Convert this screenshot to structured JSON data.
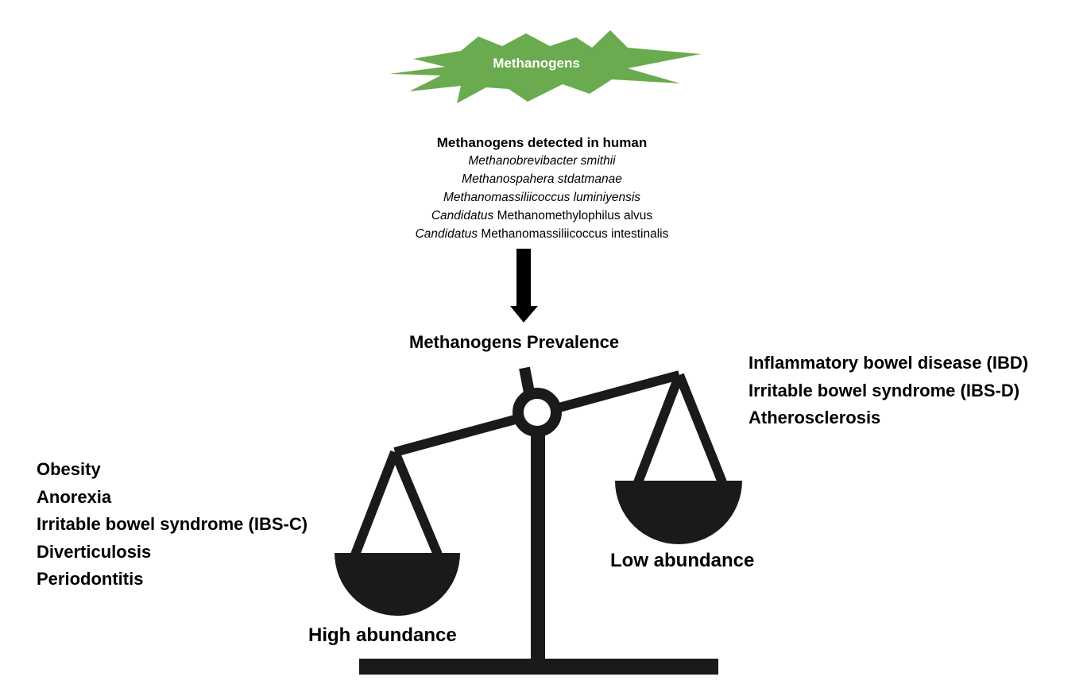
{
  "burst": {
    "label": "Methanogens",
    "color": "#6aab4f"
  },
  "species": {
    "heading": "Methanogens detected in human",
    "items": [
      {
        "italic": "Methanobrevibacter smithii",
        "rest": ""
      },
      {
        "italic": "Methanospahera stdatmanae",
        "rest": ""
      },
      {
        "italic": "Methanomassiliicoccus luminiyensis",
        "rest": ""
      },
      {
        "italic": "Candidatus",
        "rest": " Methanomethylophilus alvus"
      },
      {
        "italic": "Candidatus",
        "rest": " Methanomassiliicoccus intestinalis"
      }
    ]
  },
  "prevalence_label": "Methanogens Prevalence",
  "high_side": {
    "conditions": [
      "Obesity",
      "Anorexia",
      "Irritable bowel syndrome (IBS-C)",
      "Diverticulosis",
      "Periodontitis"
    ],
    "label": "High abundance"
  },
  "low_side": {
    "conditions": [
      "Inflammatory bowel disease (IBD)",
      "Irritable bowel syndrome (IBS-D)",
      "Atherosclerosis"
    ],
    "label": "Low abundance"
  },
  "colors": {
    "ink": "#1a1a1a",
    "burst_fill": "#6aab4f"
  }
}
